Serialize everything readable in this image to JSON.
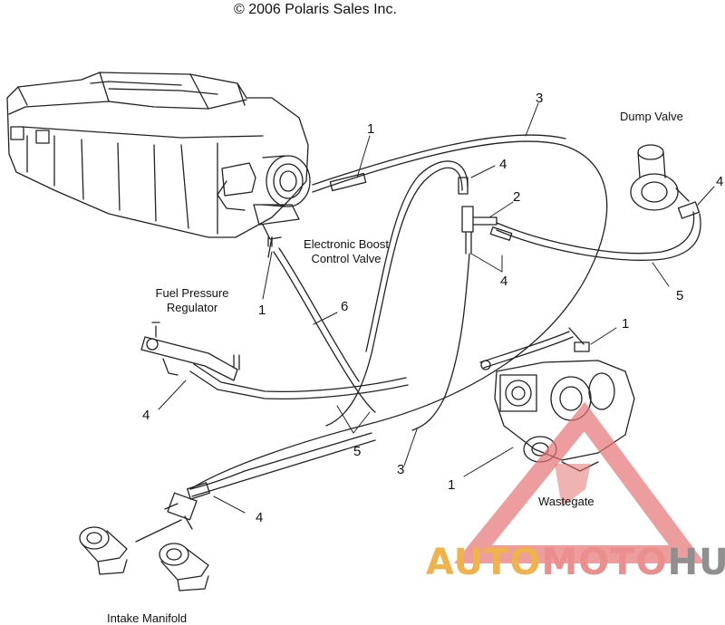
{
  "copyright": "© 2006 Polaris Sales Inc.",
  "labels": {
    "dump_valve": "Dump Valve",
    "ebcv_line1": "Electronic Boost",
    "ebcv_line2": "Control Valve",
    "fpr_line1": "Fuel Pressure",
    "fpr_line2": "Regulator",
    "wastegate": "Wastegate",
    "intake_manifold": "Intake Manifold"
  },
  "callouts": {
    "c1_top": "1",
    "c3_top": "3",
    "c4_top": "4",
    "c2": "2",
    "c4_right": "4",
    "c4_mid": "4",
    "c5_right": "5",
    "c6": "6",
    "c1_left": "1",
    "c1_right": "1",
    "c4_left": "4",
    "c5_bottom": "5",
    "c3_bottom": "3",
    "c1_bottom": "1",
    "c4_bottom": "4"
  },
  "watermark": {
    "part1": "AUTO",
    "part2": "MOTO",
    "part3": "HUB"
  },
  "colors": {
    "line": "#222222",
    "watermark_red": "#e57373",
    "watermark_orange": "#f0b24a",
    "watermark_gray": "#8f8f8f"
  }
}
